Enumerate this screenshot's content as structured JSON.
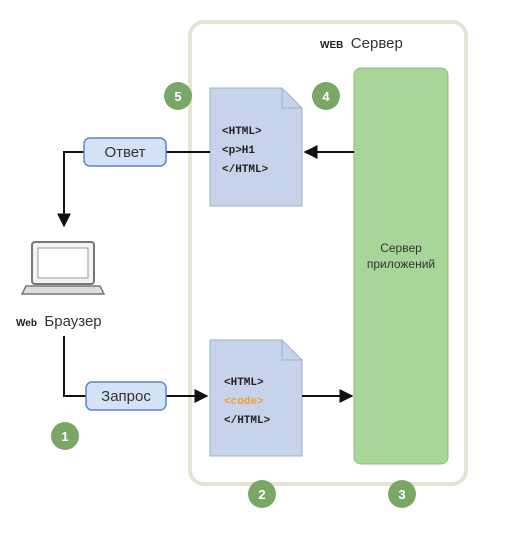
{
  "server": {
    "web_word": "WEB",
    "label": "Сервер"
  },
  "app_server": {
    "line1": "Сервер",
    "line2": "приложений"
  },
  "browser": {
    "web_word": "Web",
    "label": "Браузер"
  },
  "response": {
    "label": "Ответ"
  },
  "request": {
    "label": "Запрос"
  },
  "doc_response": {
    "line1": "<HTML>",
    "line2": "<p>H1",
    "line3": "</HTML>"
  },
  "doc_request": {
    "line1": "<HTML>",
    "line2": "<code>",
    "line3": "</HTML>"
  },
  "steps": {
    "s1": "1",
    "s2": "2",
    "s3": "3",
    "s4": "4",
    "s5": "5"
  },
  "colors": {
    "server_border": "#e6e4d2",
    "app_server_fill": "#a8d598",
    "doc_fill": "#c6d3ea",
    "pill_fill": "#d3e2f6",
    "pill_border": "#5b87c7",
    "step_fill": "#7aa766",
    "code_orange": "#f0a030"
  }
}
